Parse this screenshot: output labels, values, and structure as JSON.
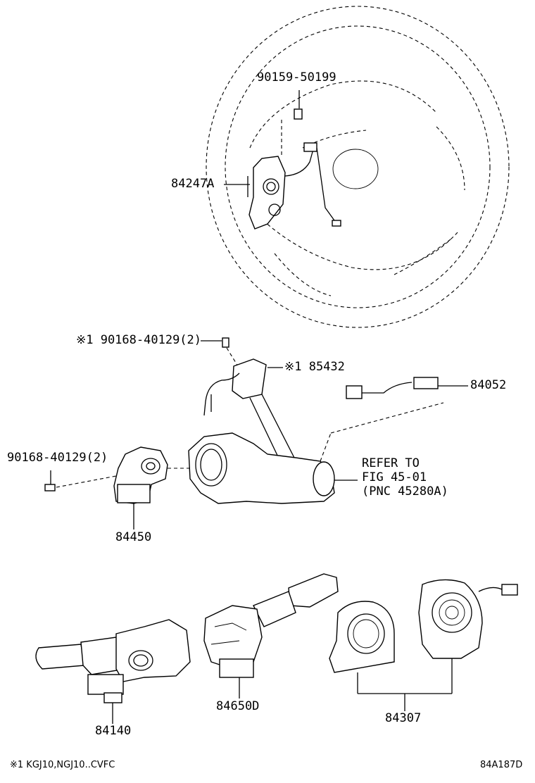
{
  "labels": {
    "bolt_top": "90159-50199",
    "switch_84247a": "84247A",
    "bolt_mark": "※1 90168-40129(2)",
    "sensor_mark": "※1 85432",
    "wire_84052": "84052",
    "bolt_left": "90168-40129(2)",
    "refer_line1": "REFER TO",
    "refer_line2": "FIG 45-01",
    "refer_line3": "(PNC 45280A)",
    "clock_84450": "84450",
    "switch_84140": "84140",
    "switch_84650d": "84650D",
    "spiral_84307": "84307"
  },
  "footnote": "※1 KGJ10,NGJ10..CVFC",
  "figure_code": "84A187D"
}
